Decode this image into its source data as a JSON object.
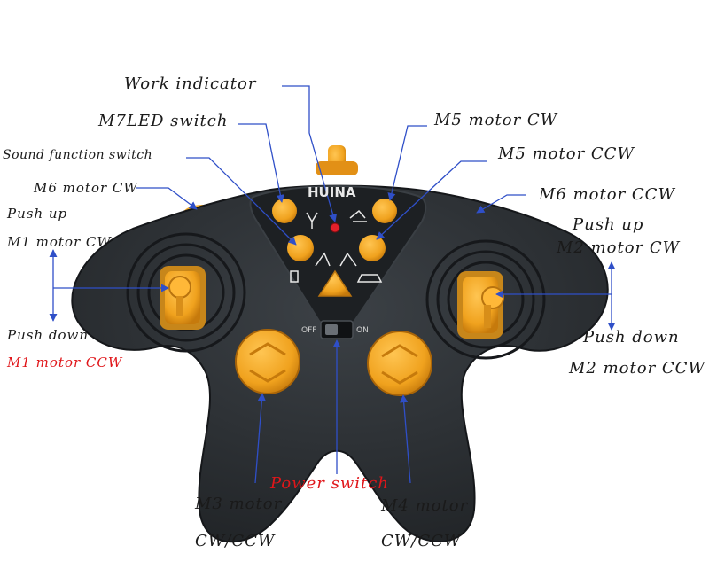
{
  "annotations": {
    "work_indicator": "Work indicator",
    "m7led_switch": "M7LED switch",
    "sound_function_switch": "Sound function switch",
    "m6_motor_cw": "M6 motor CW",
    "push_up_left": "Push up",
    "m1_motor_cw": "M1 motor CW",
    "push_down_left": "Push down",
    "m1_motor_ccw": "M1 motor CCW",
    "m5_motor_cw": "M5 motor CW",
    "m5_motor_ccw": "M5 motor CCW",
    "m6_motor_ccw": "M6 motor CCW",
    "push_up_right": "Push up",
    "m2_motor_cw": "M2 motor CW",
    "push_down_right": "Push down",
    "m2_motor_ccw": "M2 motor CCW",
    "power_switch": "Power switch",
    "m3_motor": "M3 motor",
    "m3_cw_ccw": "CW/CCW",
    "m4_motor": "M4 motor",
    "m4_cw_ccw": "CW/CCW"
  },
  "controller": {
    "brand_logo": "HUINA",
    "switch_off": "OFF",
    "switch_on": "ON"
  },
  "colors": {
    "body": "#2b2f33",
    "button": "#f0a21e",
    "arrow": "#2f4fc8",
    "indicator": "#e3202a",
    "highlight_label": "#e0161a"
  }
}
